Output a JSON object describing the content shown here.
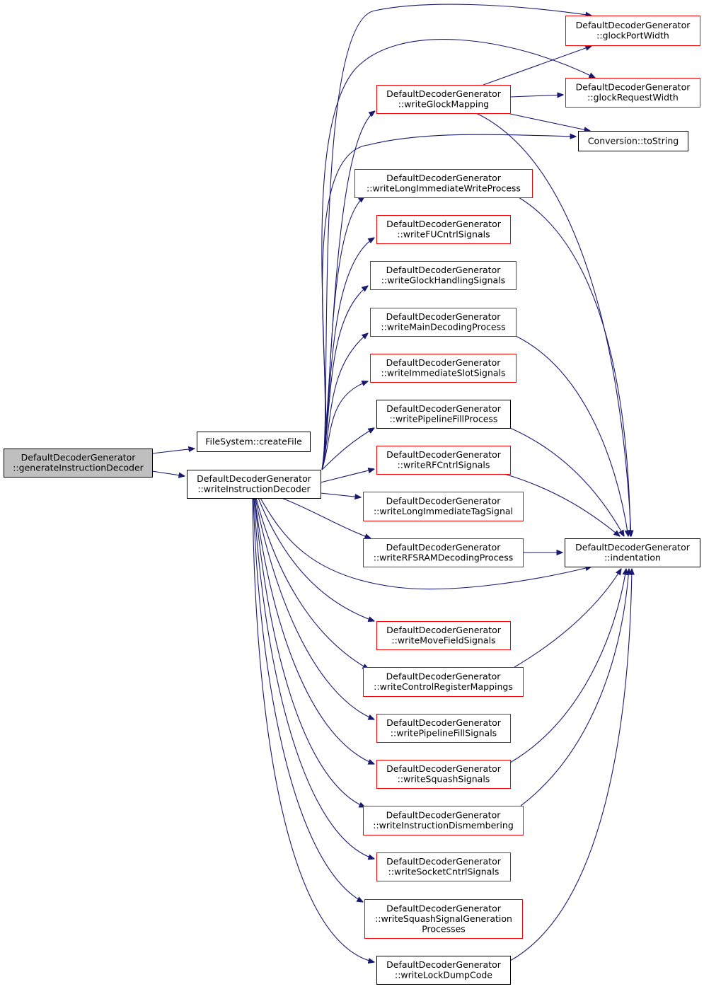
{
  "colors": {
    "edge": "#191970",
    "border_documented": "#000000",
    "border_undocumented": "#ff0000",
    "root_fill": "#bfbfbf",
    "node_fill": "#ffffff"
  },
  "nodes": [
    {
      "id": "generateInstructionDecoder",
      "lines": [
        "DefaultDecoderGenerator",
        "::generateInstructionDecoder"
      ],
      "kind": "root"
    },
    {
      "id": "createFile",
      "lines": [
        "FileSystem::createFile"
      ],
      "kind": "black"
    },
    {
      "id": "writeInstructionDecoder",
      "lines": [
        "DefaultDecoderGenerator",
        "::writeInstructionDecoder"
      ],
      "kind": "black"
    },
    {
      "id": "glockPortWidth",
      "lines": [
        "DefaultDecoderGenerator",
        "::glockPortWidth"
      ],
      "kind": "red"
    },
    {
      "id": "writeGlockMapping",
      "lines": [
        "DefaultDecoderGenerator",
        "::writeGlockMapping"
      ],
      "kind": "red"
    },
    {
      "id": "glockRequestWidth",
      "lines": [
        "DefaultDecoderGenerator",
        "::glockRequestWidth"
      ],
      "kind": "red"
    },
    {
      "id": "toString",
      "lines": [
        "Conversion::toString"
      ],
      "kind": "black"
    },
    {
      "id": "writeLongImmediateWriteProcess",
      "lines": [
        "DefaultDecoderGenerator",
        "::writeLongImmediateWriteProcess"
      ],
      "kind": "red"
    },
    {
      "id": "writeFUCntrlSignals",
      "lines": [
        "DefaultDecoderGenerator",
        "::writeFUCntrlSignals"
      ],
      "kind": "red"
    },
    {
      "id": "writeGlockHandlingSignals",
      "lines": [
        "DefaultDecoderGenerator",
        "::writeGlockHandlingSignals"
      ],
      "kind": "red"
    },
    {
      "id": "writeMainDecodingProcess",
      "lines": [
        "DefaultDecoderGenerator",
        "::writeMainDecodingProcess"
      ],
      "kind": "red"
    },
    {
      "id": "writeImmediateSlotSignals",
      "lines": [
        "DefaultDecoderGenerator",
        "::writeImmediateSlotSignals"
      ],
      "kind": "red"
    },
    {
      "id": "writePipelineFillProcess",
      "lines": [
        "DefaultDecoderGenerator",
        "::writePipelineFillProcess"
      ],
      "kind": "black"
    },
    {
      "id": "writeRFCntrlSignals",
      "lines": [
        "DefaultDecoderGenerator",
        "::writeRFCntrlSignals"
      ],
      "kind": "red"
    },
    {
      "id": "writeLongImmediateTagSignal",
      "lines": [
        "DefaultDecoderGenerator",
        "::writeLongImmediateTagSignal"
      ],
      "kind": "red"
    },
    {
      "id": "writeRFSRAMDecodingProcess",
      "lines": [
        "DefaultDecoderGenerator",
        "::writeRFSRAMDecodingProcess"
      ],
      "kind": "red"
    },
    {
      "id": "indentation",
      "lines": [
        "DefaultDecoderGenerator",
        "::indentation"
      ],
      "kind": "black"
    },
    {
      "id": "writeMoveFieldSignals",
      "lines": [
        "DefaultDecoderGenerator",
        "::writeMoveFieldSignals"
      ],
      "kind": "red"
    },
    {
      "id": "writeControlRegisterMappings",
      "lines": [
        "DefaultDecoderGenerator",
        "::writeControlRegisterMappings"
      ],
      "kind": "red"
    },
    {
      "id": "writePipelineFillSignals",
      "lines": [
        "DefaultDecoderGenerator",
        "::writePipelineFillSignals"
      ],
      "kind": "red"
    },
    {
      "id": "writeSquashSignals",
      "lines": [
        "DefaultDecoderGenerator",
        "::writeSquashSignals"
      ],
      "kind": "red"
    },
    {
      "id": "writeInstructionDismembering",
      "lines": [
        "DefaultDecoderGenerator",
        "::writeInstructionDismembering"
      ],
      "kind": "red"
    },
    {
      "id": "writeSocketCntrlSignals",
      "lines": [
        "DefaultDecoderGenerator",
        "::writeSocketCntrlSignals"
      ],
      "kind": "red"
    },
    {
      "id": "writeSquashSignalGenerationProcesses",
      "lines": [
        "DefaultDecoderGenerator",
        "::writeSquashSignalGeneration",
        "Processes"
      ],
      "kind": "red"
    },
    {
      "id": "writeLockDumpCode",
      "lines": [
        "DefaultDecoderGenerator",
        "::writeLockDumpCode"
      ],
      "kind": "black"
    }
  ],
  "edges": [
    {
      "from": "generateInstructionDecoder",
      "to": "createFile"
    },
    {
      "from": "generateInstructionDecoder",
      "to": "writeInstructionDecoder"
    },
    {
      "from": "writeInstructionDecoder",
      "to": "glockPortWidth"
    },
    {
      "from": "writeInstructionDecoder",
      "to": "writeGlockMapping"
    },
    {
      "from": "writeInstructionDecoder",
      "to": "glockRequestWidth"
    },
    {
      "from": "writeInstructionDecoder",
      "to": "toString"
    },
    {
      "from": "writeInstructionDecoder",
      "to": "writeLongImmediateWriteProcess"
    },
    {
      "from": "writeInstructionDecoder",
      "to": "writeFUCntrlSignals"
    },
    {
      "from": "writeInstructionDecoder",
      "to": "writeGlockHandlingSignals"
    },
    {
      "from": "writeInstructionDecoder",
      "to": "writeMainDecodingProcess"
    },
    {
      "from": "writeInstructionDecoder",
      "to": "writeImmediateSlotSignals"
    },
    {
      "from": "writeInstructionDecoder",
      "to": "writePipelineFillProcess"
    },
    {
      "from": "writeInstructionDecoder",
      "to": "writeRFCntrlSignals"
    },
    {
      "from": "writeInstructionDecoder",
      "to": "writeLongImmediateTagSignal"
    },
    {
      "from": "writeInstructionDecoder",
      "to": "writeRFSRAMDecodingProcess"
    },
    {
      "from": "writeInstructionDecoder",
      "to": "indentation"
    },
    {
      "from": "writeInstructionDecoder",
      "to": "writeMoveFieldSignals"
    },
    {
      "from": "writeInstructionDecoder",
      "to": "writeControlRegisterMappings"
    },
    {
      "from": "writeInstructionDecoder",
      "to": "writePipelineFillSignals"
    },
    {
      "from": "writeInstructionDecoder",
      "to": "writeSquashSignals"
    },
    {
      "from": "writeInstructionDecoder",
      "to": "writeInstructionDismembering"
    },
    {
      "from": "writeInstructionDecoder",
      "to": "writeSocketCntrlSignals"
    },
    {
      "from": "writeInstructionDecoder",
      "to": "writeSquashSignalGenerationProcesses"
    },
    {
      "from": "writeInstructionDecoder",
      "to": "writeLockDumpCode"
    },
    {
      "from": "writeGlockMapping",
      "to": "glockPortWidth"
    },
    {
      "from": "writeGlockMapping",
      "to": "glockRequestWidth"
    },
    {
      "from": "writeGlockMapping",
      "to": "toString"
    },
    {
      "from": "writeGlockMapping",
      "to": "indentation"
    },
    {
      "from": "writeLongImmediateWriteProcess",
      "to": "indentation"
    },
    {
      "from": "writeMainDecodingProcess",
      "to": "indentation"
    },
    {
      "from": "writePipelineFillProcess",
      "to": "indentation"
    },
    {
      "from": "writeRFCntrlSignals",
      "to": "indentation"
    },
    {
      "from": "writeRFSRAMDecodingProcess",
      "to": "indentation"
    },
    {
      "from": "writeControlRegisterMappings",
      "to": "indentation"
    },
    {
      "from": "writeSquashSignals",
      "to": "indentation"
    },
    {
      "from": "writeInstructionDismembering",
      "to": "indentation"
    },
    {
      "from": "writeLockDumpCode",
      "to": "indentation"
    }
  ]
}
